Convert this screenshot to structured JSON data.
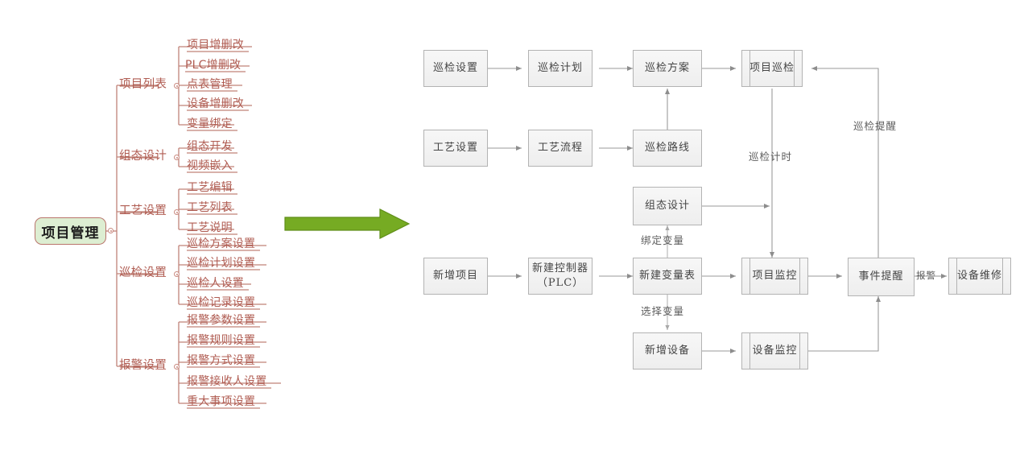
{
  "mindmap": {
    "root": {
      "label": "项目管理",
      "fill": "#ddeed2",
      "border": "#b9756c",
      "text_color": "#1d1d1d"
    },
    "accent": "#b05c52",
    "branches": [
      {
        "label": "项目列表",
        "children": [
          "项目增删改",
          "PLC增删改",
          "点表管理",
          "设备增删改",
          "变量绑定"
        ]
      },
      {
        "label": "组态设计",
        "children": [
          "组态开发",
          "视频嵌入"
        ]
      },
      {
        "label": "工艺设置",
        "children": [
          "工艺编辑",
          "工艺列表",
          "工艺说明"
        ]
      },
      {
        "label": "巡检设置",
        "children": [
          "巡检方案设置",
          "巡检计划设置",
          "巡检人设置",
          "巡检记录设置"
        ]
      },
      {
        "label": "报警设置",
        "children": [
          "报警参数设置",
          "报警规则设置",
          "报警方式设置",
          "报警接收人设置",
          "重大事项设置"
        ]
      }
    ]
  },
  "transition_arrow": {
    "name": "green-right-arrow",
    "color": "#76ab23"
  },
  "flowchart": {
    "box_fill": "#f2f2f2",
    "box_border": "#b3b3b3",
    "text_color": "#444444",
    "line_color": "#9a9a9a",
    "nodes": [
      {
        "id": "n1",
        "label": "巡检设置",
        "shape": "process"
      },
      {
        "id": "n2",
        "label": "巡检计划",
        "shape": "process"
      },
      {
        "id": "n3",
        "label": "巡检方案",
        "shape": "process"
      },
      {
        "id": "n4",
        "label": "项目巡检",
        "shape": "predefined-process"
      },
      {
        "id": "n5",
        "label": "工艺设置",
        "shape": "process"
      },
      {
        "id": "n6",
        "label": "工艺流程",
        "shape": "process"
      },
      {
        "id": "n7",
        "label": "巡检路线",
        "shape": "process"
      },
      {
        "id": "n8",
        "label": "组态设计",
        "shape": "process"
      },
      {
        "id": "n9",
        "label": "新增项目",
        "shape": "process"
      },
      {
        "id": "n10",
        "label": "新建控制器\n（PLC）",
        "shape": "process",
        "line1": "新建控制器",
        "line2": "（PLC）"
      },
      {
        "id": "n11",
        "label": "新建变量表",
        "shape": "process"
      },
      {
        "id": "n12",
        "label": "项目监控",
        "shape": "predefined-process"
      },
      {
        "id": "n13",
        "label": "事件提醒",
        "shape": "process"
      },
      {
        "id": "n14",
        "label": "设备维修",
        "shape": "predefined-process"
      },
      {
        "id": "n15",
        "label": "新增设备",
        "shape": "process"
      },
      {
        "id": "n16",
        "label": "设备监控",
        "shape": "predefined-process"
      }
    ],
    "edge_labels": [
      {
        "id": "e_patrol_remind",
        "text": "巡检提醒"
      },
      {
        "id": "e_patrol_timer",
        "text": "巡检计时"
      },
      {
        "id": "e_bind_var",
        "text": "绑定变量"
      },
      {
        "id": "e_select_var",
        "text": "选择变量"
      },
      {
        "id": "e_alarm",
        "text": "报警"
      }
    ]
  }
}
